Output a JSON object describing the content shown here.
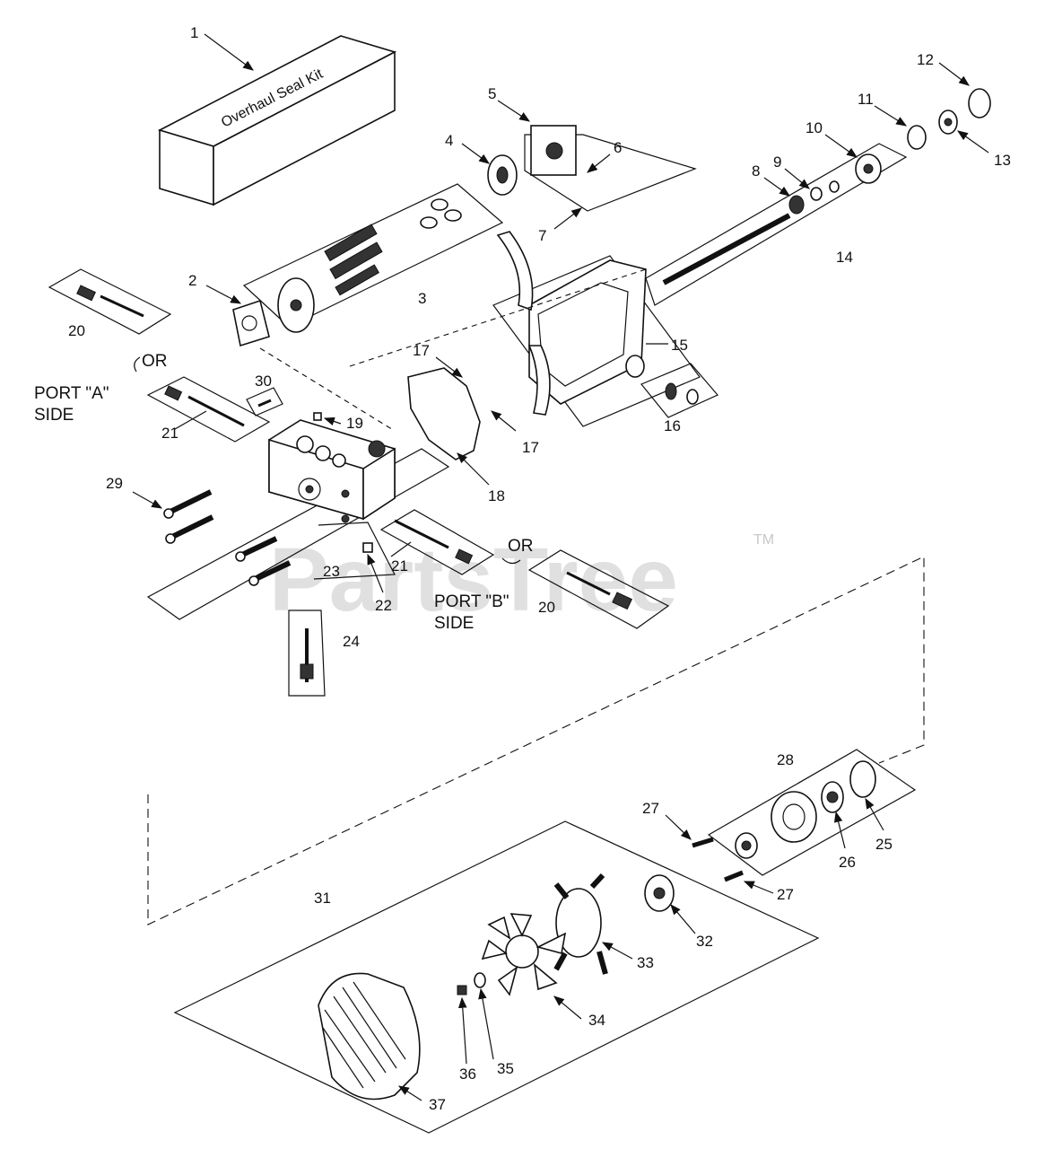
{
  "kit_label": "Overhaul Seal Kit",
  "watermark": {
    "text": "PartsTree",
    "tm": "TM"
  },
  "side_labels": {
    "port_a": "PORT \"A\"",
    "port_a_side": "SIDE",
    "port_b": "PORT \"B\"",
    "port_b_side": "SIDE",
    "or_1": "OR",
    "or_2": "OR"
  },
  "callouts": [
    {
      "id": "c1",
      "text": "1"
    },
    {
      "id": "c2",
      "text": "2"
    },
    {
      "id": "c3",
      "text": "3"
    },
    {
      "id": "c4",
      "text": "4"
    },
    {
      "id": "c5",
      "text": "5"
    },
    {
      "id": "c6",
      "text": "6"
    },
    {
      "id": "c7",
      "text": "7"
    },
    {
      "id": "c8",
      "text": "8"
    },
    {
      "id": "c9",
      "text": "9"
    },
    {
      "id": "c10",
      "text": "10"
    },
    {
      "id": "c11",
      "text": "11"
    },
    {
      "id": "c12",
      "text": "12"
    },
    {
      "id": "c13",
      "text": "13"
    },
    {
      "id": "c14",
      "text": "14"
    },
    {
      "id": "c15",
      "text": "15"
    },
    {
      "id": "c16",
      "text": "16"
    },
    {
      "id": "c17a",
      "text": "17"
    },
    {
      "id": "c17b",
      "text": "17"
    },
    {
      "id": "c18",
      "text": "18"
    },
    {
      "id": "c19",
      "text": "19"
    },
    {
      "id": "c20a",
      "text": "20"
    },
    {
      "id": "c20b",
      "text": "20"
    },
    {
      "id": "c21a",
      "text": "21"
    },
    {
      "id": "c21b",
      "text": "21"
    },
    {
      "id": "c22",
      "text": "22"
    },
    {
      "id": "c23",
      "text": "23"
    },
    {
      "id": "c24",
      "text": "24"
    },
    {
      "id": "c25",
      "text": "25"
    },
    {
      "id": "c26",
      "text": "26"
    },
    {
      "id": "c27a",
      "text": "27"
    },
    {
      "id": "c27b",
      "text": "27"
    },
    {
      "id": "c28",
      "text": "28"
    },
    {
      "id": "c29",
      "text": "29"
    },
    {
      "id": "c30",
      "text": "30"
    },
    {
      "id": "c31",
      "text": "31"
    },
    {
      "id": "c32",
      "text": "32"
    },
    {
      "id": "c33",
      "text": "33"
    },
    {
      "id": "c34",
      "text": "34"
    },
    {
      "id": "c35",
      "text": "35"
    },
    {
      "id": "c36",
      "text": "36"
    },
    {
      "id": "c37",
      "text": "37"
    }
  ]
}
